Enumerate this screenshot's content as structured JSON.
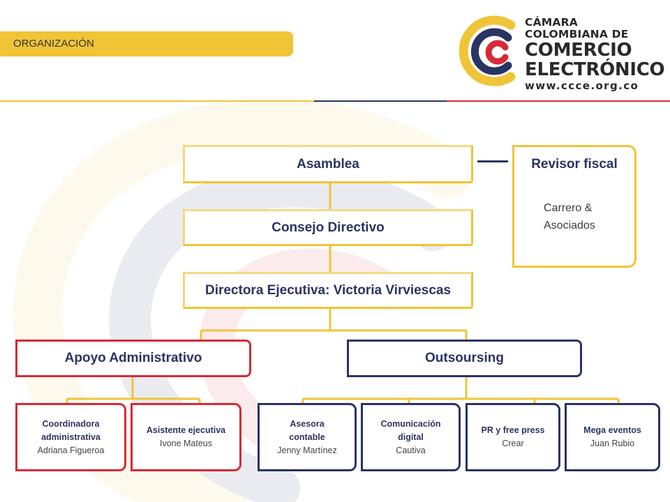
{
  "section_tab": "ORGANIZACIÓN",
  "logo": {
    "line1": "CÁMARA",
    "line2": "COLOMBIANA DE",
    "line3": "COMERCIO",
    "line4": "ELECTRÓNICO",
    "url": "www.ccce.org.co"
  },
  "colors": {
    "yellow": "#f0c437",
    "blue": "#283462",
    "red": "#d62a37",
    "text_navy": "#2b3460"
  },
  "org": {
    "asamblea": "Asamblea",
    "consejo": "Consejo Directivo",
    "directora": "Directora Ejecutiva: Victoria Virviescas",
    "revisor": {
      "title": "Revisor fiscal",
      "line1": "Carrero &",
      "line2": "Asociados"
    },
    "apoyo": {
      "title": "Apoyo Administrativo",
      "children": [
        {
          "title": "Coordinadora administrativa",
          "name": "Adriana Figueroa"
        },
        {
          "title": "Asistente ejecutiva",
          "name": "Ivone Mateus"
        }
      ]
    },
    "outsourcing": {
      "title": "Outsoursing",
      "children": [
        {
          "title": "Asesora contable",
          "name": "Jenny Martínez"
        },
        {
          "title": "Comunicación digital",
          "name": "Cautiva"
        },
        {
          "title": "PR y free press",
          "name": "Crear"
        },
        {
          "title": "Mega eventos",
          "name": "Juan Rubio"
        }
      ]
    }
  }
}
